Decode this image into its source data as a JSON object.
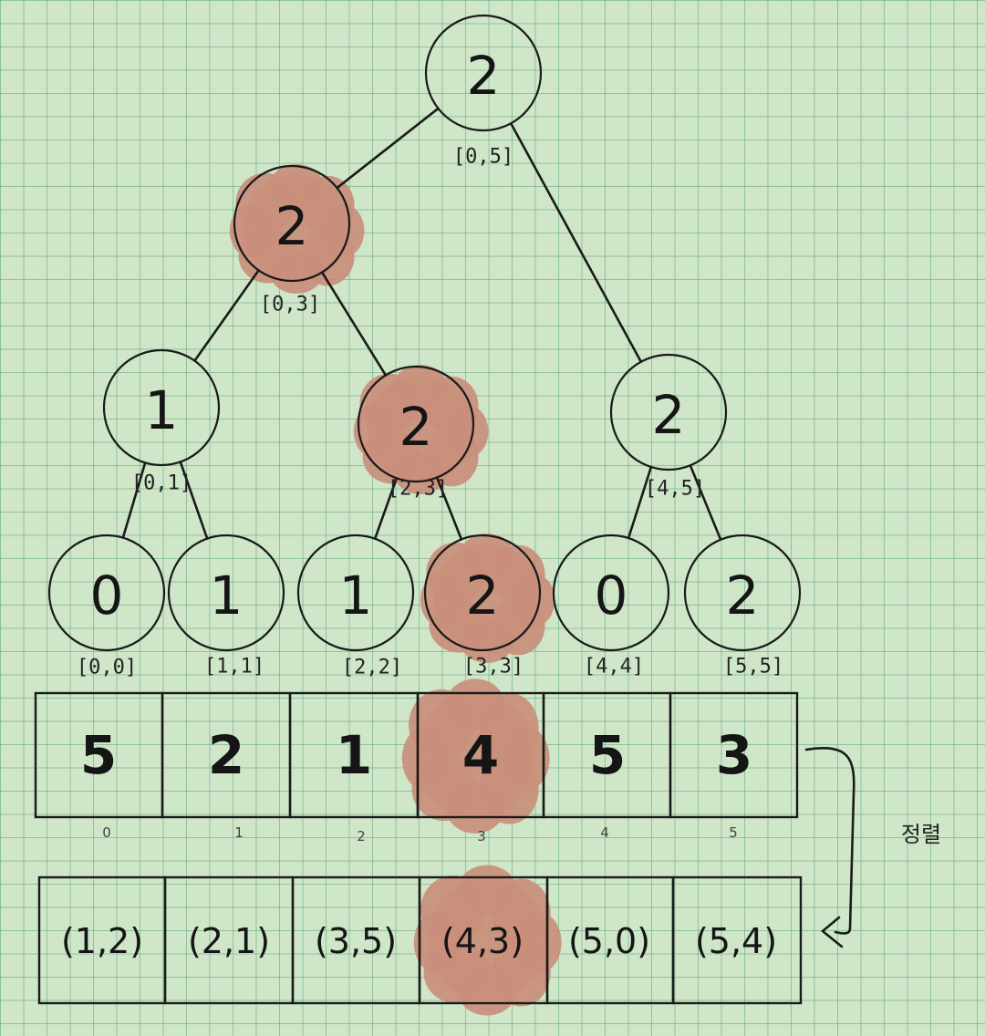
{
  "tree": {
    "nodes": [
      {
        "id": "n1",
        "value": "2",
        "range": "[0,5]",
        "highlighted": false
      },
      {
        "id": "n2",
        "value": "2",
        "range": "[0,3]",
        "highlighted": true
      },
      {
        "id": "n3",
        "value": "1",
        "range": "[0,1]",
        "highlighted": false
      },
      {
        "id": "n4",
        "value": "2",
        "range": "[2,3]",
        "highlighted": true
      },
      {
        "id": "n5",
        "value": "2",
        "range": "[4,5]",
        "highlighted": false
      },
      {
        "id": "n6",
        "value": "0",
        "range": "[0,0]",
        "highlighted": false
      },
      {
        "id": "n7",
        "value": "1",
        "range": "[1,1]",
        "highlighted": false
      },
      {
        "id": "n8",
        "value": "1",
        "range": "[2,2]",
        "highlighted": false
      },
      {
        "id": "n9",
        "value": "2",
        "range": "[3,3]",
        "highlighted": true
      },
      {
        "id": "n10",
        "value": "0",
        "range": "[4,4]",
        "highlighted": false
      },
      {
        "id": "n11",
        "value": "2",
        "range": "[5,5]",
        "highlighted": false
      }
    ],
    "edges": [
      [
        "n1",
        "n2"
      ],
      [
        "n1",
        "n5"
      ],
      [
        "n2",
        "n3"
      ],
      [
        "n2",
        "n4"
      ],
      [
        "n3",
        "n6"
      ],
      [
        "n3",
        "n7"
      ],
      [
        "n4",
        "n8"
      ],
      [
        "n4",
        "n9"
      ],
      [
        "n5",
        "n10"
      ],
      [
        "n5",
        "n11"
      ]
    ]
  },
  "array": {
    "values": [
      "5",
      "2",
      "1",
      "4",
      "5",
      "3"
    ],
    "indices": [
      "0",
      "1",
      "2",
      "3",
      "4",
      "5"
    ],
    "highlighted_index": 3
  },
  "sorted_pairs": {
    "values": [
      "(1,2)",
      "(2,1)",
      "(3,5)",
      "(4,3)",
      "(5,0)",
      "(5,4)"
    ],
    "highlighted_index": 3
  },
  "arrow_note": "정렬",
  "colors": {
    "grid_background": "#cfe6c9",
    "grid_line": "#5fa578",
    "highlight": "#c98f7c",
    "ink": "#1a1a1a"
  }
}
